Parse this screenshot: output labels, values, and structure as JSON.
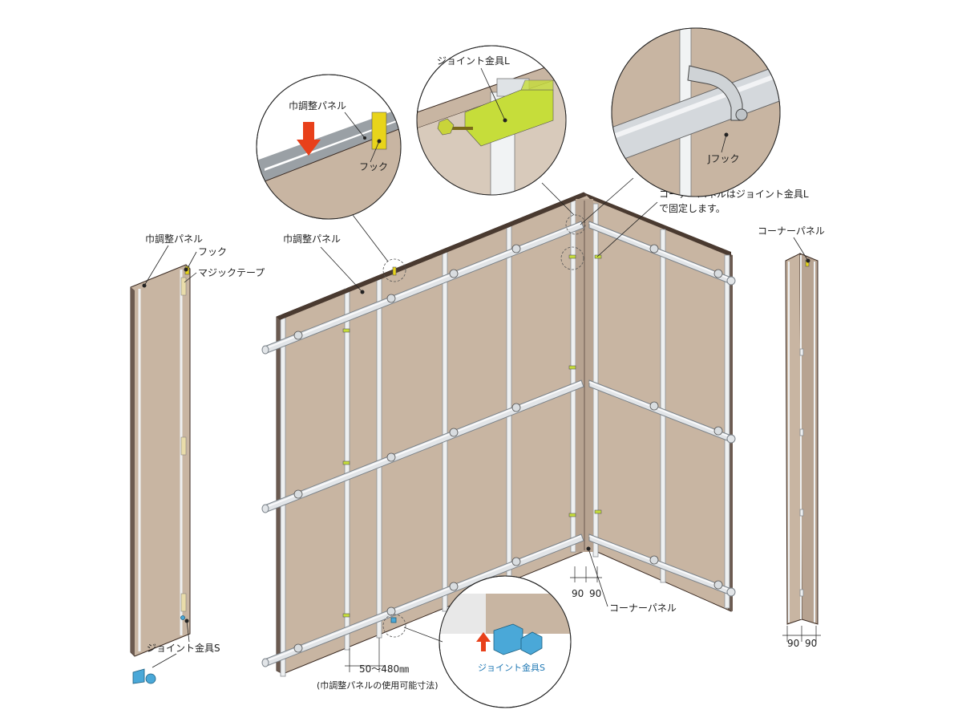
{
  "labels": {
    "width_panel_left": "巾調整パネル",
    "hook_left": "フック",
    "magic_tape": "マジックテープ",
    "joint_s_left": "ジョイント金具S",
    "width_panel_center": "巾調整パネル",
    "corner_panel_note_line1": "コーナーパネルはジョイント金具L",
    "corner_panel_note_line2": "で固定します。",
    "corner_panel_bottom": "コーナーパネル",
    "corner_panel_right": "コーナーパネル",
    "dim_90_a": "90",
    "dim_90_b": "90",
    "dim_90_c": "90",
    "dim_90_d": "90",
    "dim_range": "50～480㎜",
    "dim_range_note": "(巾調整パネルの使用可能寸法)"
  },
  "callouts": {
    "hook_detail": {
      "panel_label": "巾調整パネル",
      "hook_label": "フック"
    },
    "joint_l_detail": {
      "label": "ジョイント金具L"
    },
    "j_hook_detail": {
      "label": "Jフック"
    },
    "joint_s_detail": {
      "label": "ジョイント金具S"
    }
  },
  "colors": {
    "panel": "#c8b5a2",
    "pipe": "#e2e5e8",
    "hook": "#e8d41a",
    "joint_l": "#c6dd3a",
    "joint_s": "#4aa8d8",
    "arrow": "#e8401a"
  }
}
